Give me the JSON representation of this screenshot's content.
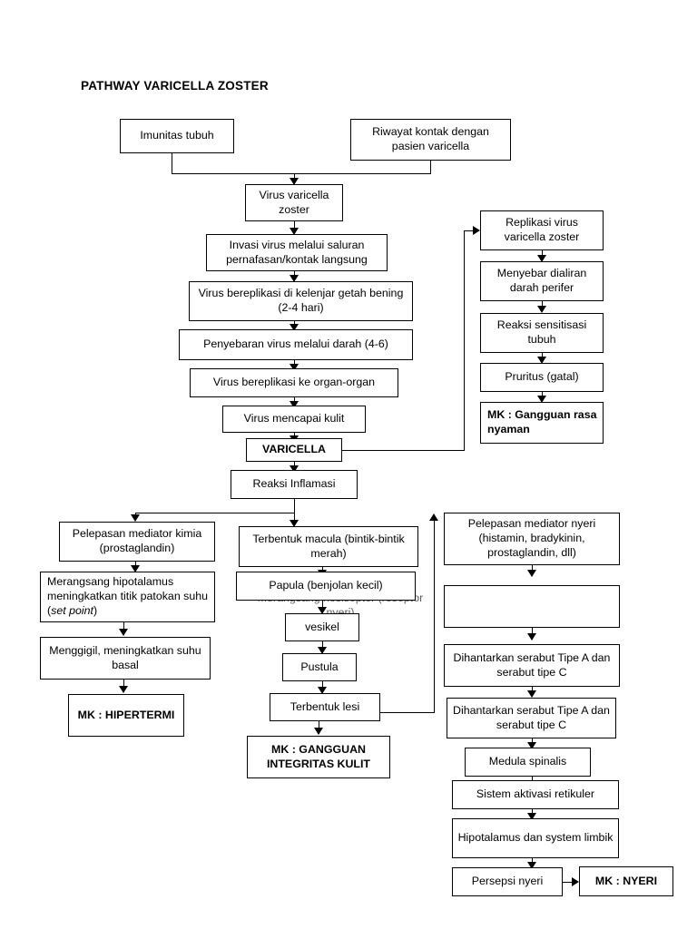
{
  "diagram": {
    "title": "PATHWAY VARICELLA ZOSTER",
    "nodes": {
      "imunitas_tubuh": "Imunitas tubuh",
      "riwayat_kontak": "Riwayat kontak dengan pasien varicella",
      "virus_varicella_zoster": "Virus varicella zoster",
      "invasi_virus": "Invasi virus melalui saluran pernafasan/kontak langsung",
      "replikasi_kelenjar": "Virus bereplikasi di kelenjar getah bening (2-4 hari)",
      "penyebaran_darah": "Penyebaran virus melalui darah (4-6)",
      "replikasi_organ": "Virus bereplikasi ke organ-organ",
      "virus_kulit": "Virus mencapai kulit",
      "varicella": "VARICELLA",
      "reaksi_inflamasi": "Reaksi Inflamasi",
      "replikasi_virus_vz": "Replikasi virus varicella zoster",
      "menyebar_perifer": "Menyebar dialiran darah perifer",
      "reaksi_sensitisasi": "Reaksi sensitisasi tubuh",
      "pruritus": "Pruritus (gatal)",
      "mk_gangguan_rasa_nyaman": "MK : Gangguan rasa nyaman",
      "pelepasan_mediator_kimia": "Pelepasan mediator kimia (prostaglandin)",
      "merangsang_hipotalamus_pre": "Merangsang hipotalamus meningkatkan titik patokan suhu (",
      "merangsang_hipotalamus_ital": "set point",
      "merangsang_hipotalamus_post": ")",
      "menggigil": "Menggigil, meningkatkan suhu basal",
      "mk_hipertermi": "MK : HIPERTERMI",
      "terbentuk_macula": "Terbentuk macula (bintik-bintik merah)",
      "papula": "Papula (benjolan kecil)",
      "merangsang_nosiseptor": "Merangsang nosiseptor (reseptor nyeri)",
      "vesikel": "vesikel",
      "pustula": "Pustula",
      "terbentuk_lesi": "Terbentuk lesi",
      "mk_gangguan_integritas": "MK : GANGGUAN INTEGRITAS KULIT",
      "pelepasan_mediator_nyeri": "Pelepasan mediator nyeri (histamin, bradykinin, prostaglandin, dll)",
      "kotak_kosong": "",
      "dihantarkan_a": "Dihantarkan serabut Tipe A dan serabut tipe C",
      "dihantarkan_b": "Dihantarkan serabut Tipe A dan serabut tipe C",
      "medula_spinalis": "Medula spinalis",
      "sistem_aktivasi": "Sistem aktivasi retikuler",
      "hipotalamus_limbik": "Hipotalamus dan system limbik",
      "persepsi_nyeri": "Persepsi nyeri",
      "mk_nyeri": "MK : NYERI"
    },
    "colors": {
      "stroke": "#000000",
      "background": "#ffffff",
      "ghost_text": "#5d5d5d"
    }
  }
}
